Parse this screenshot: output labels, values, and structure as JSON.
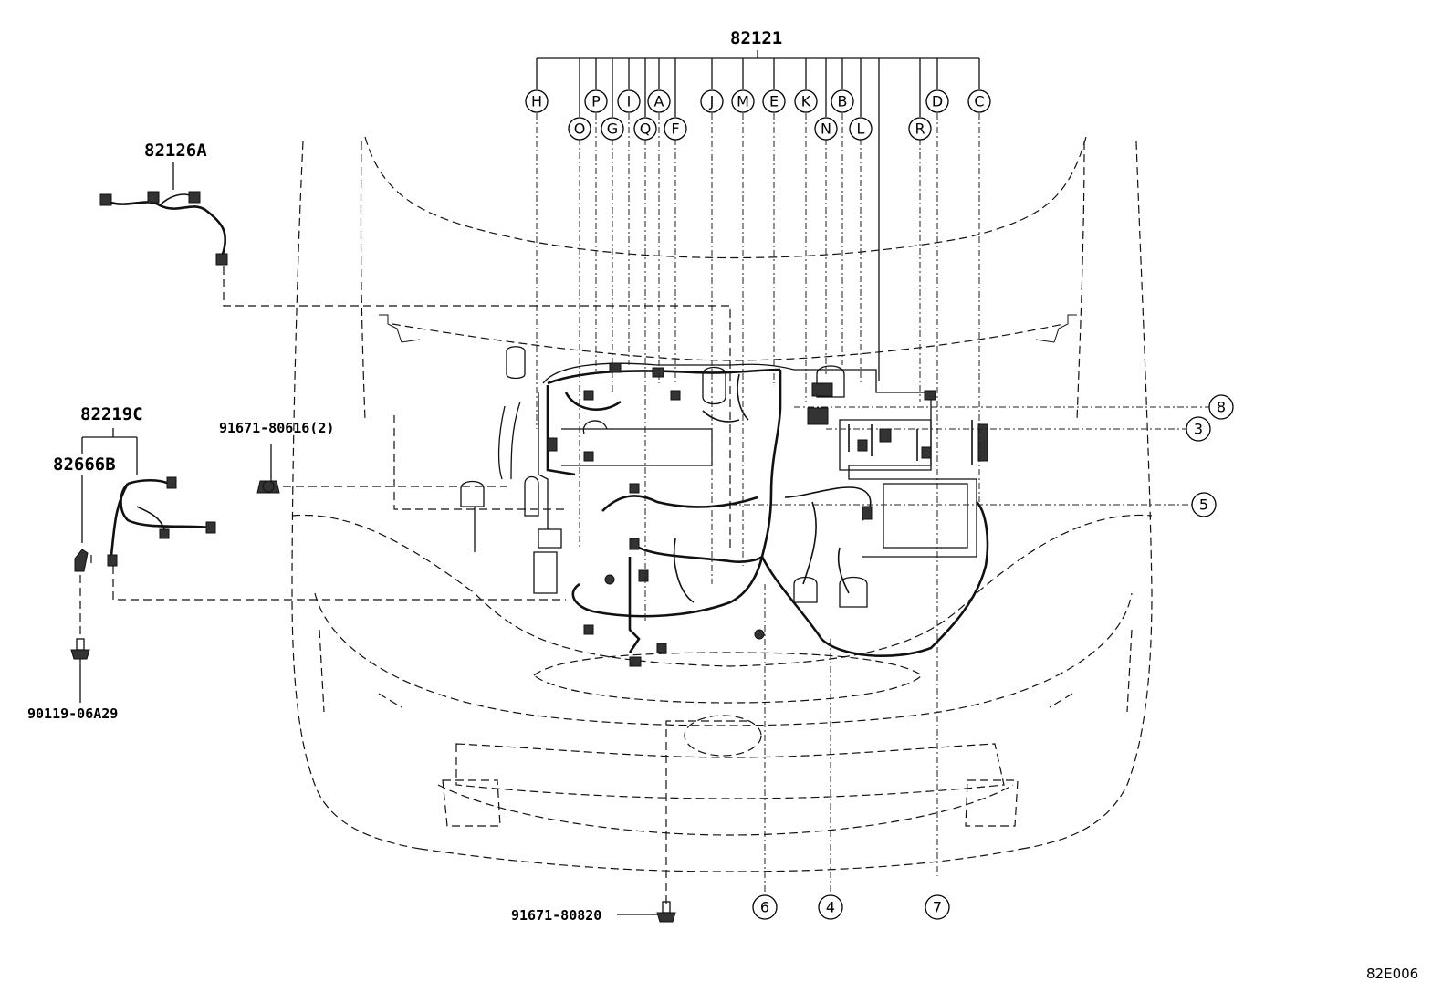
{
  "diagram": {
    "code": "82E006",
    "main_harness": "82121",
    "parts": {
      "harness_top_left": "82126A",
      "harness_mid_left": "82219C",
      "protector": "82666B",
      "bolt_left": "90119-06A29",
      "clip_mid": "91671-80616(2)",
      "clip_bottom": "91671-80820"
    },
    "letter_callouts_row1": [
      "H",
      "P",
      "I",
      "A",
      "J",
      "M",
      "E",
      "K",
      "B",
      "D",
      "C"
    ],
    "letter_callouts_row2": [
      "O",
      "G",
      "Q",
      "F",
      "N",
      "L",
      "R"
    ],
    "number_callouts": [
      "8",
      "3",
      "5",
      "6",
      "4",
      "7"
    ]
  }
}
